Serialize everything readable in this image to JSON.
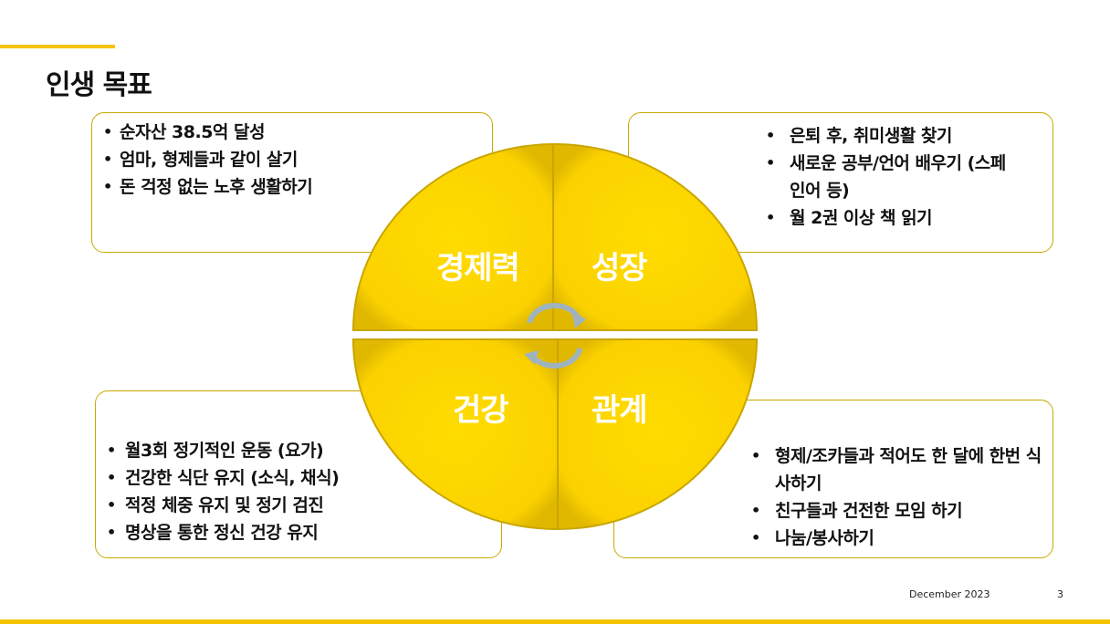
{
  "title": "인생 목표",
  "quadrants": {
    "economy": {
      "label": "경제력",
      "items": [
        "순자산 38.5억 달성",
        "엄마, 형제들과 같이 살기",
        "돈 걱정 없는 노후 생활하기"
      ]
    },
    "growth": {
      "label": "성장",
      "items": [
        "은퇴 후, 취미생활 찾기",
        "새로운 공부/언어 배우기 (스페인어 등)",
        "월 2권 이상 책 읽기"
      ]
    },
    "health": {
      "label": "건강",
      "items": [
        "월3회 정기적인 운동 (요가)",
        "건강한 식단 유지 (소식, 채식)",
        "적정 체중 유지 및 정기 검진",
        "명상을 통한 정신 건강 유지"
      ]
    },
    "relations": {
      "label": "관계",
      "items": [
        "형제/조카들과 적어도 한 달에 한번 식사하기",
        "친구들과 건전한 모임 하기",
        "나눔/봉사하기"
      ]
    }
  },
  "footer": {
    "date": "December 2023",
    "page": "3"
  },
  "colors": {
    "accent": "#f5c400",
    "quadrant": "#fcd600"
  }
}
